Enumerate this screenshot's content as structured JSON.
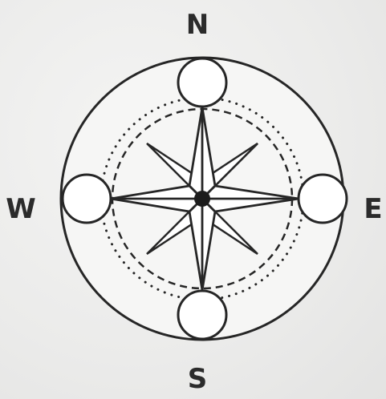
{
  "directions": {
    "north": "N",
    "south": "S",
    "west": "W",
    "east": "E"
  },
  "colors": {
    "background": "#ededec",
    "ink": "#262626",
    "rose_fill": "#ffffff"
  }
}
